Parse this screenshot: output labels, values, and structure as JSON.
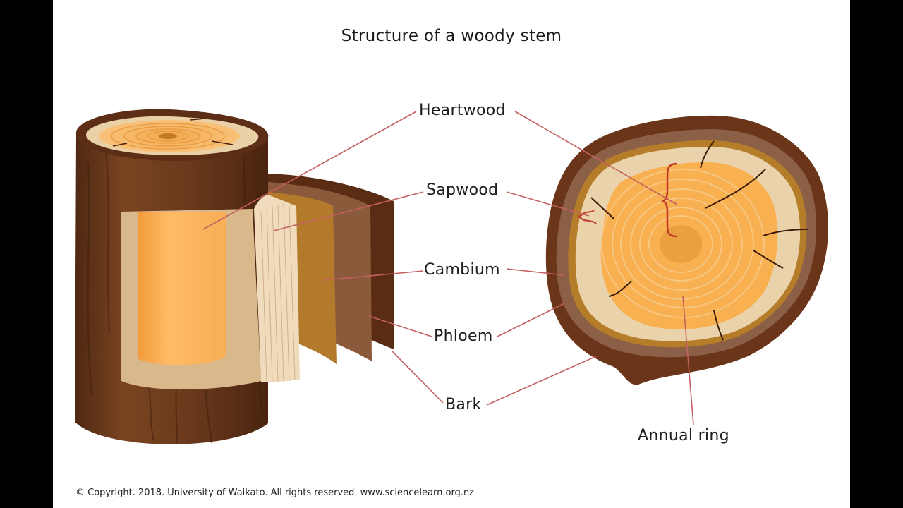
{
  "title": "Structure of a woody stem",
  "labels": {
    "heartwood": "Heartwood",
    "sapwood": "Sapwood",
    "cambium": "Cambium",
    "phloem": "Phloem",
    "bark": "Bark",
    "annual_ring": "Annual ring"
  },
  "copyright": "© Copyright. 2018. University of Waikato. All rights reserved. www.sciencelearn.org.nz",
  "colors": {
    "background": "#ffffff",
    "frame": "#000000",
    "leader_line": "#c0504d",
    "bark": "#6b3a1f",
    "phloem": "#8a5a38",
    "cambium": "#b07a2c",
    "sapwood": "#e8cfa5",
    "heartwood": "#f7b25c"
  }
}
